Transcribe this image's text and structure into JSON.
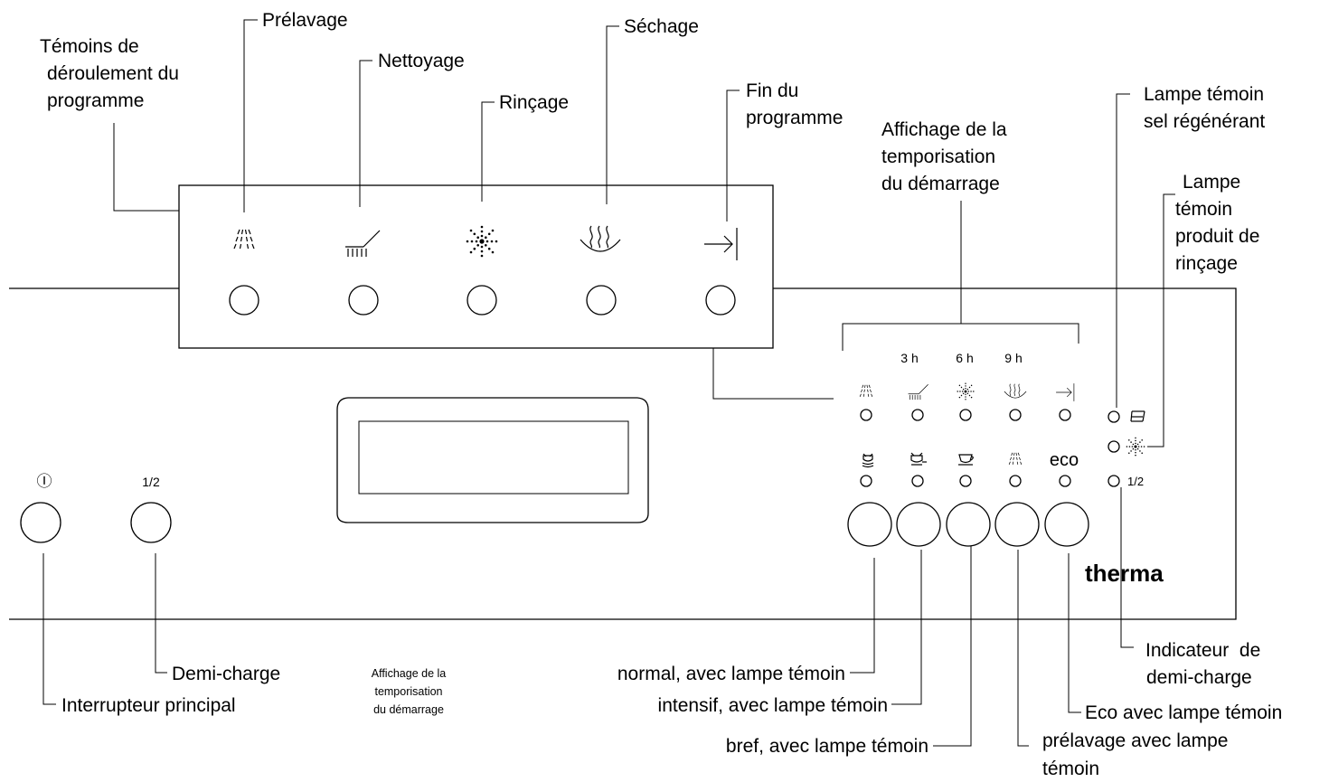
{
  "phases": {
    "prewash": "Prélavage",
    "wash": "Nettoyage",
    "rinse": "Rinçage",
    "dry": "Séchage",
    "end": [
      "Fin du",
      "programme"
    ]
  },
  "progress_indicators": [
    "Témoins de",
    "déroulement du",
    "programme"
  ],
  "delay_display": [
    "Affichage de la",
    "temporisation",
    "du démarrage"
  ],
  "delay_times": [
    "3 h",
    "6 h",
    "9 h"
  ],
  "salt_lamp": [
    "Lampe témoin",
    "sel régénérant"
  ],
  "rinse_aid_lamp": [
    "Lampe",
    "témoin",
    "produit de",
    "rinçage"
  ],
  "main_switch_symbol": "Ⓘ",
  "half_load_symbol": "1/2",
  "half_load_lamp_symbol": "1/2",
  "eco_label": "eco",
  "brand": "therma",
  "half_load": "Demi-charge",
  "main_switch": "Interrupteur principal",
  "delay_display_small": [
    "Affichage de la",
    "temporisation",
    "du démarrage"
  ],
  "programs": {
    "normal": "normal, avec lampe témoin",
    "intensive": "intensif, avec lampe témoin",
    "short": "bref, avec lampe témoin",
    "prewash": [
      "prélavage avec lampe",
      "témoin"
    ],
    "eco": "Eco avec lampe témoin"
  },
  "half_load_indicator": [
    "Indicateur  de",
    "demi-charge"
  ]
}
